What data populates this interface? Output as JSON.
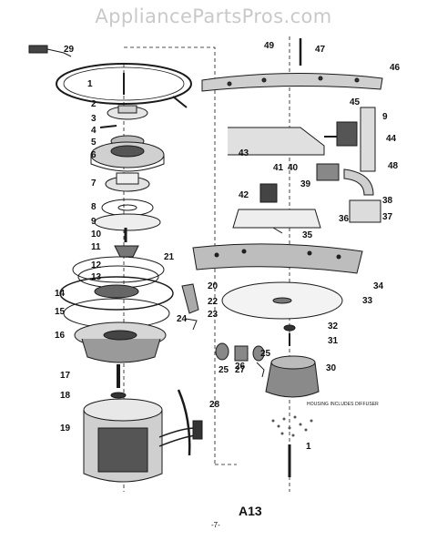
{
  "watermark": "AppliancePartsPros.com",
  "figure_label": "A13",
  "page_number": "-7-",
  "note": "HOUSING INCLUDES DIFFUSER",
  "callouts": [
    "29",
    "1",
    "2",
    "3",
    "4",
    "5",
    "6",
    "7",
    "8",
    "9",
    "10",
    "11",
    "12",
    "13",
    "14",
    "15",
    "16",
    "17",
    "18",
    "19",
    "21",
    "20",
    "22",
    "23",
    "24",
    "25",
    "27",
    "25",
    "26",
    "28",
    "49",
    "47",
    "46",
    "45",
    "9",
    "44",
    "43",
    "41",
    "40",
    "48",
    "39",
    "42",
    "36",
    "38",
    "37",
    "35",
    "34",
    "33",
    "32",
    "31",
    "30",
    "1"
  ]
}
